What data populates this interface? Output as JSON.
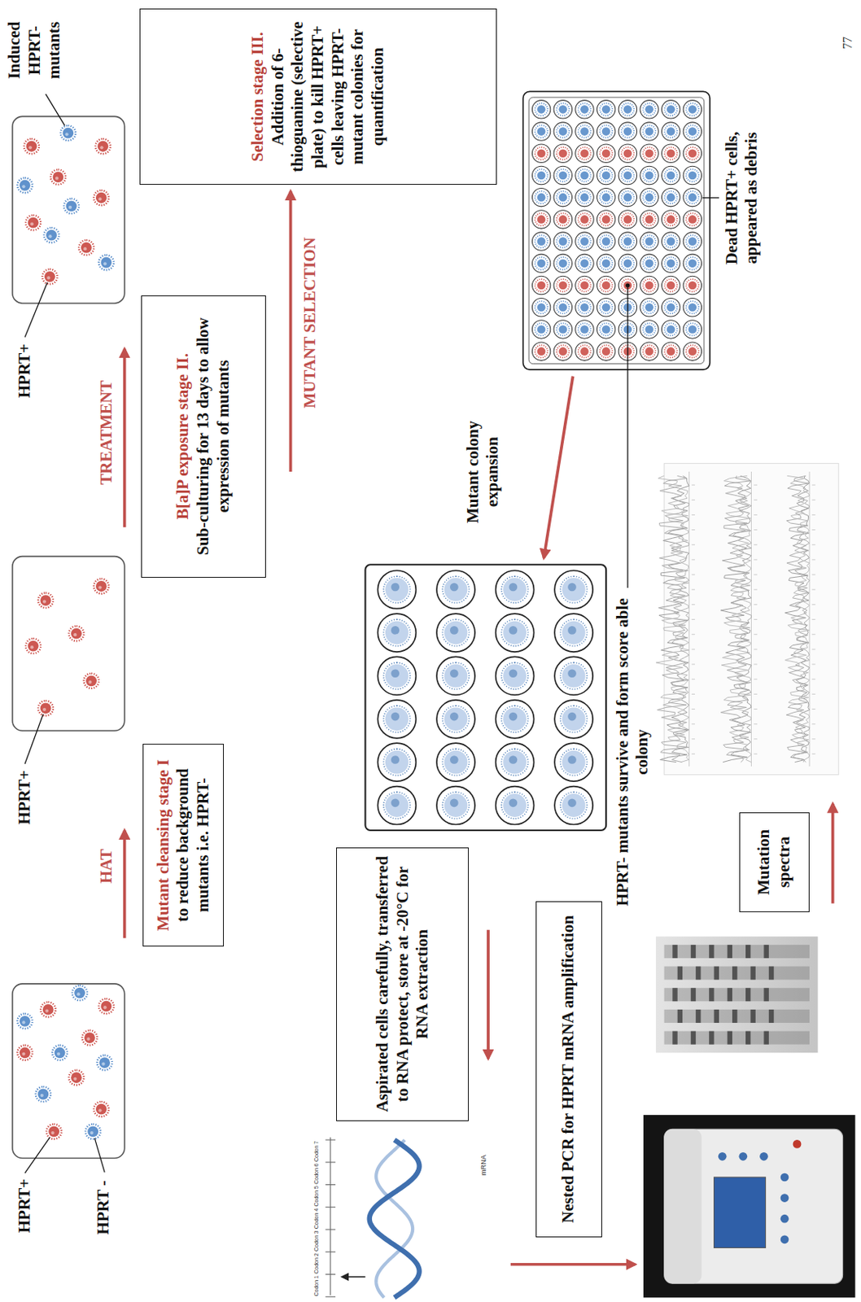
{
  "diagram": {
    "nodes": [
      {
        "text": [
          "Mutant cleansing stage I",
          "to reduce background mutants i.e. HPRT-"
        ]
      },
      {
        "text": [
          "B[a]P exposure stage II.",
          "Sub-culturing for 13 days to allow expression of mutants"
        ]
      },
      {
        "text": [
          "Selection stage III.",
          "Addition of 6-thioguanine (selective plate) to kill HPRT+ cells leaving HPRT- mutant colonies for quantification"
        ]
      },
      {
        "text": [
          "Aspirated cells carefully, transferred to RNA protect, store at -20°C for RNA extraction"
        ]
      },
      {
        "text": [
          "Nested PCR for HPRT mRNA amplification"
        ]
      },
      {
        "text": [
          "Mutation spectra"
        ]
      }
    ],
    "labels": [
      "HPRT+",
      "HPRT -",
      "HAT",
      "HPRT+",
      "TREATMENT",
      "HPRT+",
      "Induced HPRT- mutants",
      "MUTANT SELECTION",
      "Dead HPRT+ cells, appeared as debris",
      "Mutant colony expansion",
      "HPRT- mutants survive and form score able colony",
      "77",
      "Codon 1",
      "Codon 2",
      "Codon 3",
      "Codon 4",
      "Codon 5",
      "Codon 6",
      "Codon 7",
      "mRNA"
    ]
  }
}
